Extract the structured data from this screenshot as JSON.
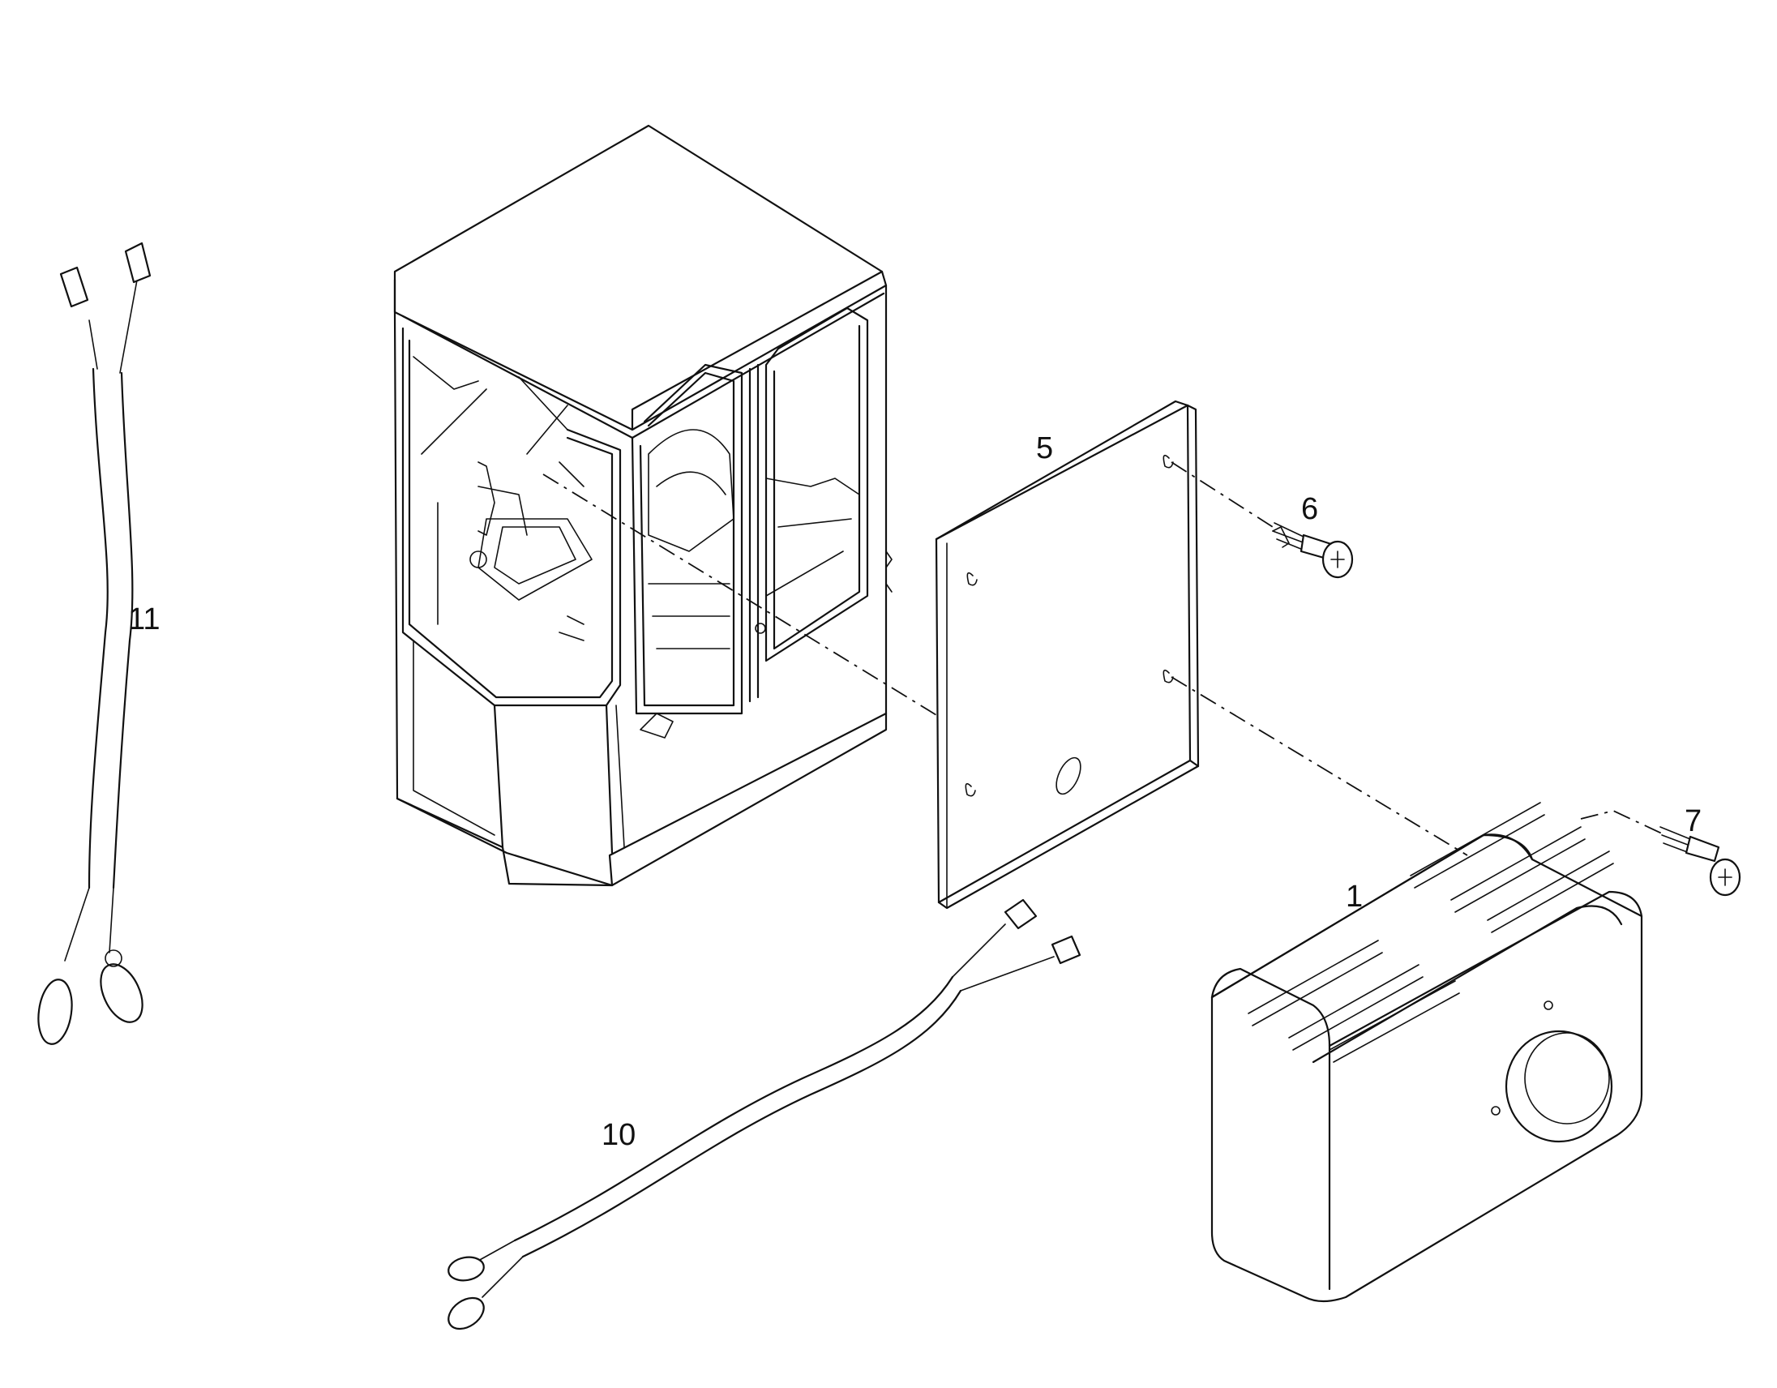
{
  "callouts": {
    "c1": "1",
    "c5": "5",
    "c6": "6",
    "c7": "7",
    "c10": "10",
    "c11": "11"
  }
}
